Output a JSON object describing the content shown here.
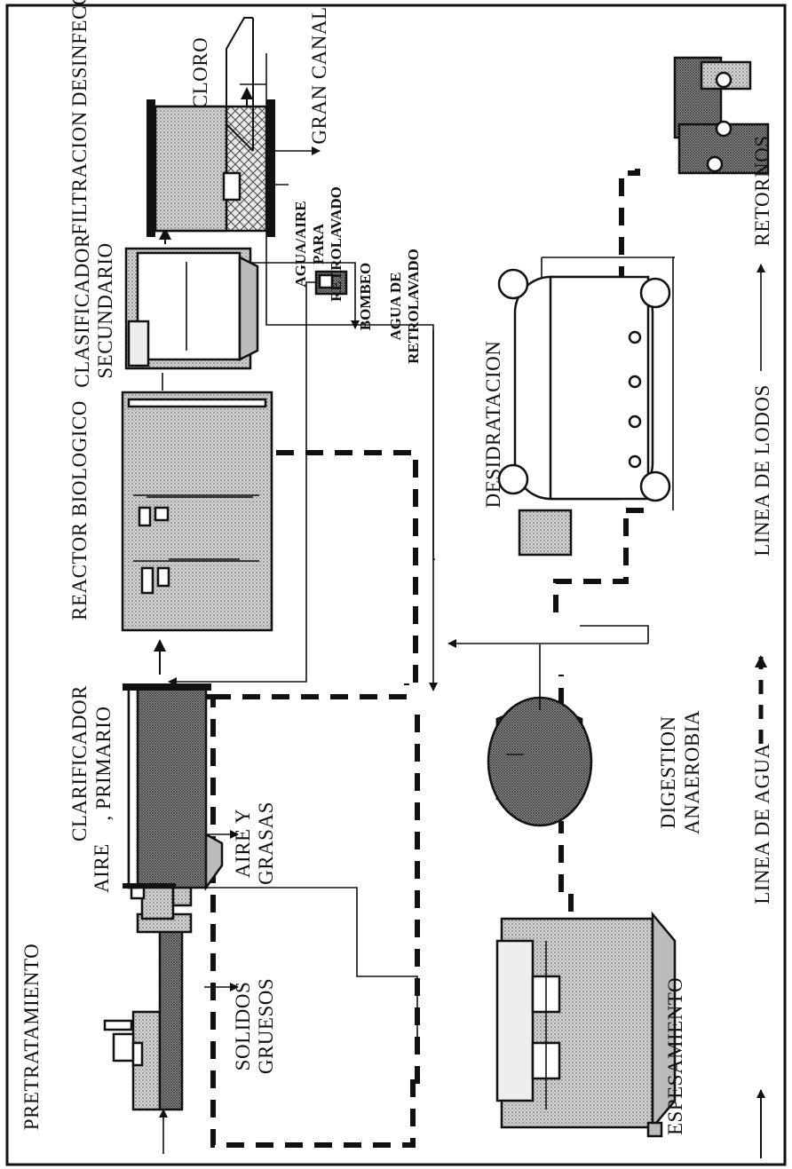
{
  "labels": {
    "pretratamiento": "PRETRATAMIENTO",
    "aire": "AIRE",
    "aire_y_grasas_1": "AIRE Y",
    "aire_y_grasas_2": "GRASAS",
    "solidos_1": "SOLIDOS",
    "solidos_2": "GRUESOS",
    "clarificador_1": "CLARIFICADOR",
    "clarificador_2": ", PRIMARIO",
    "reactor": "REACTOR BIOLOGICO",
    "clasificador_1": "CLASIFICADOR",
    "clasificador_2": "SECUNDARIO",
    "bombeo": "BOMBEO",
    "filtracion": "FILTRACION",
    "agua_aire_1": "AGUA/AIRE",
    "agua_aire_2": "PARA",
    "agua_aire_3": "RETROLAVADO",
    "agua_retro_1": "AGUA DE",
    "agua_retro_2": "RETROLAVADO",
    "desinfeccion": "DESINFECCION",
    "cloro": "CLORO",
    "gran_canal": "GRAN CANAL",
    "espesamiento": "ESPESAMIENTO",
    "digestion_1": "DIGESTION",
    "digestion_2": "ANAEROBIA",
    "desidratacion": "DESIDRATACION",
    "retornos": "RETORNOS"
  },
  "legend": {
    "linea_agua": "LINEA DE AGUA",
    "linea_lodos": "LINEA DE LODOS",
    "retornos": "RETORNOS"
  }
}
